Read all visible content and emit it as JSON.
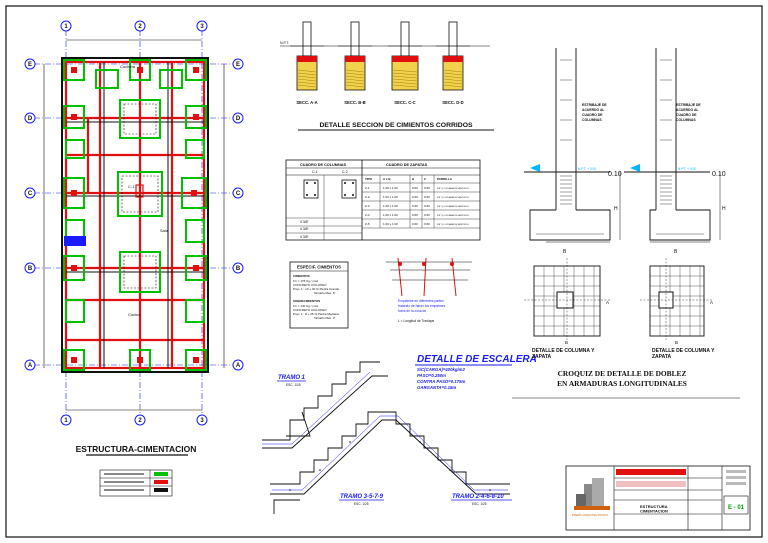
{
  "plan": {
    "title": "ESTRUCTURA-CIMENTACION",
    "axes_top": [
      "1",
      "2",
      "3"
    ],
    "axes_side": [
      "E",
      "D",
      "C",
      "B",
      "A"
    ],
    "room_labels": [
      "Cochera",
      "Sala",
      "Cocina",
      "C-1"
    ],
    "legend_rows": [
      "",
      "",
      ""
    ]
  },
  "cimientos": {
    "title": "DETALLE  SECCION DE CIMIENTOS CORRIDOS",
    "sections": [
      "SECC. A-A",
      "SECC. B-B",
      "SECC. C-C",
      "SECC. D-D"
    ],
    "ground_label": "N.P.T."
  },
  "cuadro_columnas": {
    "title": "CUADRO DE COLUMNAS",
    "col_heads": [
      "C-1",
      "C-2"
    ],
    "rows": [
      "4 3/8\"",
      "4 3/8\"",
      "4 3/8\""
    ]
  },
  "cuadro_zapatas": {
    "title": "CUADRO DE ZAPATAS",
    "col_heads": [
      "TIPO",
      "A x B",
      "H",
      "Z",
      "PARRILLA"
    ],
    "rows": [
      [
        "Z-1",
        "1.00 x 1.00",
        "0.60",
        "0.60",
        "3/8\" @ 0.20 AMBOS SENTIDOS"
      ],
      [
        "Z-2",
        "1.00 x 1.00",
        "0.60",
        "0.60",
        "3/8\" @ 0.20 AMBOS SENTIDOS"
      ],
      [
        "Z-3",
        "1.00 x 1.00",
        "0.60",
        "0.60",
        "3/8\" @ 0.20 AMBOS SENTIDOS"
      ],
      [
        "Z-4",
        "1.00 x 1.00",
        "0.60",
        "0.60",
        "3/8\" @ 0.20 AMBOS SENTIDOS"
      ],
      [
        "Z-5",
        "1.00 x 1.00",
        "0.60",
        "0.60",
        "3/8\" @ 0.20 AMBOS SENTIDOS"
      ]
    ]
  },
  "especificaciones": {
    "title": "ESPECIF. CIMIENTOS",
    "cimientos_head": "CIMIENTOS",
    "cimientos_lines": [
      "F'c = 175 Kg / cm2",
      "CONCRETO CICLOPEO",
      "Prop. 1 : 10 + 30 % Piedra Grande",
      "Tamaño Max. 6\""
    ],
    "sobre_head": "SOBRECIMIENTOS",
    "sobre_lines": [
      "F'c = 140 Kg / cm2",
      "CONCRETO CICLOPEO",
      "Prop. 1 : 8 + 25 % Piedra Mediana",
      "Tamaño Max. 3\""
    ]
  },
  "empalmes": {
    "note": "Empalmes en diferentes partes tratando de hacer los empalmes fuera de la zona de confinamiento",
    "formula": "L = Longitud de Traslape"
  },
  "escalera": {
    "title": "DETALLE DE ESCALERA",
    "specs": [
      "S/C(CARGA)=400kg/m2",
      "PASO=0.250m",
      "CONTRA PASO=0.175m",
      "GARGANTA=0.15m"
    ],
    "tramo1": "TRAMO 1",
    "tramo1_sub": "ESC. 1/25",
    "tramo2": "TRAMO 3-5-7-9",
    "tramo3": "TRAMO 2-4-6-8-10",
    "tramo_sub": "ESC. 1/25"
  },
  "columnas_detalle": {
    "note": "ESTRIBAJE DE ACUERDO AL CUADRO DE COLUMNAS",
    "npt": "N.P.T. + 0.00",
    "dim_top": "0.10",
    "dim_h": "H",
    "dim_b": "B",
    "dim_a": "A",
    "caption1": "DETALLE DE COLUMNA Y ZAPATA",
    "caption2": "DETALLE DE COLUMNA Y ZAPATA",
    "croquis": "CROQUIZ DE DETALLE DE DOBLEZ EN ARMADURAS LONGITUDINALES"
  },
  "title_block": {
    "firm": "DISEÑO ARQUITECTONICO",
    "project": "ESTRUCTURA CIMENTACION",
    "sheet": "E - 01"
  },
  "colors": {
    "red": "#e01010",
    "green": "#00c000",
    "blue": "#1a1aff",
    "cyan": "#00b7ff",
    "black": "#111111"
  }
}
